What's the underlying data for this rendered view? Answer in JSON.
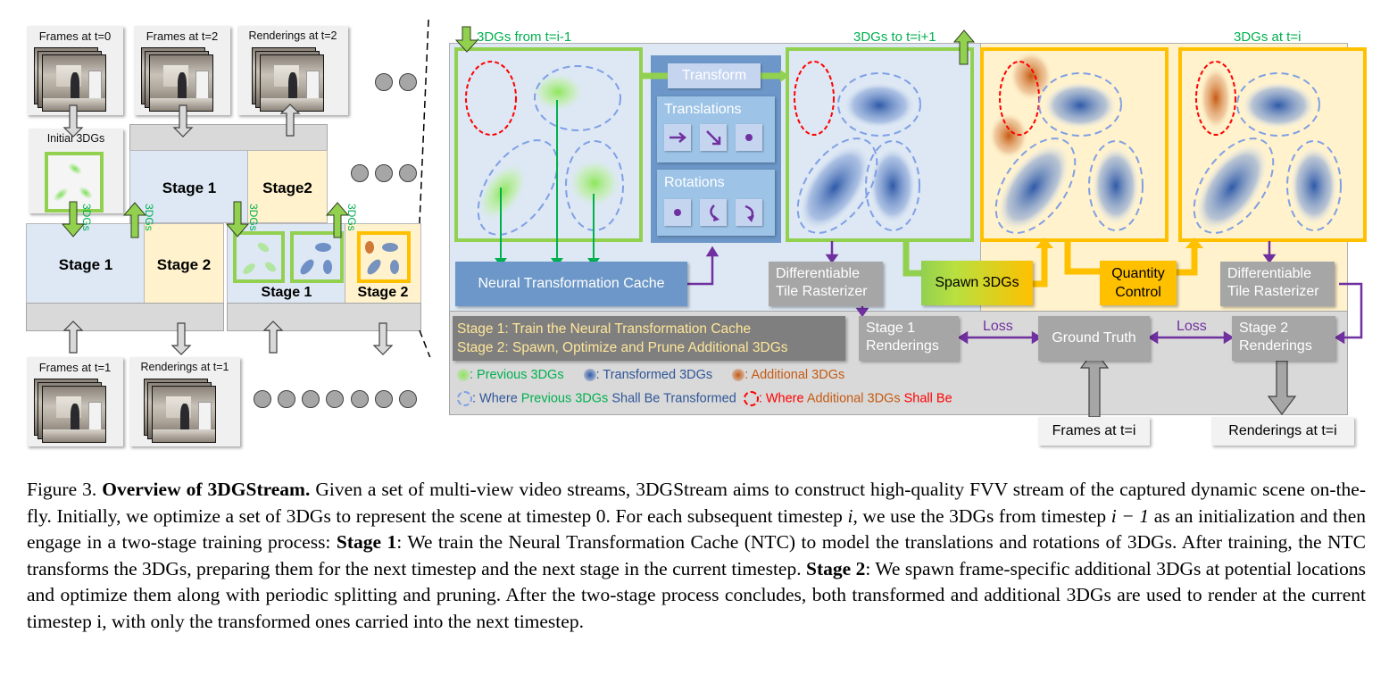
{
  "left_panel": {
    "frames_t0": "Frames at t=0",
    "frames_t2": "Frames at t=2",
    "renderings_t2": "Renderings at t=2",
    "initial_3dgs": "Initial 3DGs",
    "stage1_top": "Stage 1",
    "stage2_top": "Stage2",
    "stage1_mid": "Stage 1",
    "stage2_mid": "Stage 2",
    "stage1_right": "Stage 1",
    "stage2_right": "Stage 2",
    "dgs_vertical": "3DGs",
    "frames_t1": "Frames at t=1",
    "renderings_t1": "Renderings at t=1",
    "dots_row1_count": 2,
    "dots_row2_count": 3,
    "dots_row3_count": 7
  },
  "right_panel": {
    "from_label": "3DGs from t=i-1",
    "to_label": "3DGs to t=i+1",
    "at_label": "3DGs at t=i",
    "transform": "Transform",
    "translations": "Translations",
    "rotations": "Rotations",
    "ntc": "Neural Transformation Cache",
    "rasterizer1_line1": "Differentiable",
    "rasterizer1_line2": "Tile Rasterizer",
    "rasterizer2_line1": "Differentiable",
    "rasterizer2_line2": "Tile Rasterizer",
    "spawn": "Spawn 3DGs",
    "quantity_line1": "Quantity",
    "quantity_line2": "Control",
    "stage_desc_1": "Stage 1: Train the Neural Transformation Cache",
    "stage_desc_2": "Stage 2: Spawn, Optimize and Prune Additional 3DGs",
    "stage1_render_line1": "Stage 1",
    "stage1_render_line2": "Renderings",
    "ground_truth": "Ground Truth",
    "stage2_render_line1": "Stage 2",
    "stage2_render_line2": "Renderings",
    "loss_left": "Loss",
    "loss_right": "Loss",
    "frames_ti": "Frames at t=i",
    "renderings_ti": "Renderings at t=i",
    "legend": {
      "previous": ": Previous 3DGs",
      "transformed": ": Transformed 3DGs",
      "additional": ": Additional 3DGs",
      "where_prev_a": ": Where ",
      "where_prev_b": "Previous 3DGs",
      "where_prev_c": " Shall Be Transformed",
      "where_add_a": ": Where ",
      "where_add_b": "Additional 3DGs",
      "where_add_c": " Shall Be"
    }
  },
  "colors": {
    "green": "#92d050",
    "green_text": "#00b050",
    "orange": "#ffc000",
    "blue_stage": "#dde8f4",
    "yellow_stage": "#fff2cc",
    "purple": "#7030a0",
    "ntc_blue": "#6c97c8",
    "red_dash": "#ff0000",
    "blue_dash": "#7f9fe6"
  },
  "caption": {
    "fig": "Figure 3.",
    "title": "Overview of 3DGStream.",
    "p1": " Given a set of multi-view video streams, 3DGStream aims to construct high-quality FVV stream of the captured dynamic scene on-the-fly. Initially, we optimize a set of 3DGs to represent the scene at timestep 0. For each subsequent timestep ",
    "i1": "i",
    "p2": ", we use the 3DGs from timestep ",
    "i2": "i − 1",
    "p3": " as an initialization and then engage in a two-stage training process: ",
    "s1": "Stage 1",
    "p4": ": We train the Neural Transformation Cache (NTC) to model the translations and rotations of 3DGs. After training, the NTC transforms the 3DGs, preparing them for the next timestep and the next stage in the current timestep. ",
    "s2": "Stage 2",
    "p5": ": We spawn frame-specific additional 3DGs at potential locations and optimize them along with periodic splitting and pruning. After the two-stage process concludes, both transformed and additional 3DGs are used to render at the current timestep i, with only the transformed ones carried into the next timestep."
  }
}
